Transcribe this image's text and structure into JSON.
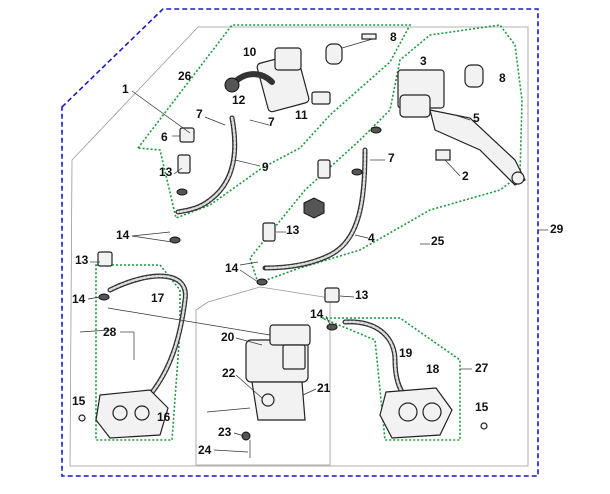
{
  "diagram": {
    "title": "Hydraulic brake system exploded parts diagram",
    "colors": {
      "outer_group": "#1a1acc",
      "sub_group": "#1a9a3a",
      "frame": "#888888"
    },
    "callouts": [
      "1",
      "2",
      "3",
      "4",
      "5",
      "6",
      "7",
      "7",
      "7",
      "8",
      "8",
      "9",
      "10",
      "11",
      "12",
      "13",
      "13",
      "13",
      "13",
      "14",
      "14",
      "14",
      "14",
      "15",
      "15",
      "16",
      "17",
      "18",
      "19",
      "20",
      "21",
      "22",
      "23",
      "24",
      "25",
      "26",
      "27",
      "28",
      "29"
    ]
  }
}
